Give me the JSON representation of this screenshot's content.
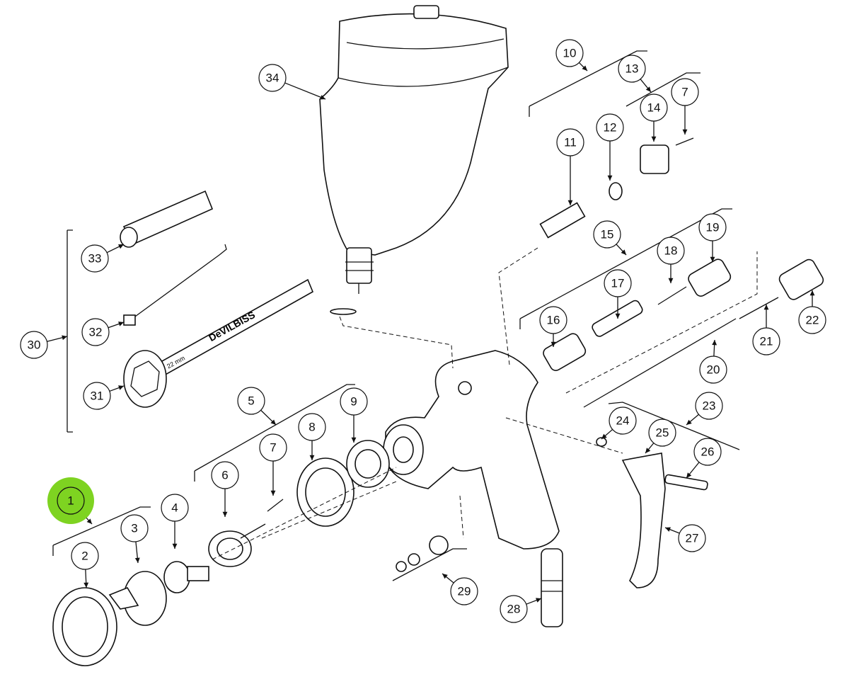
{
  "diagram": {
    "highlight_color": "#7ed321",
    "highlighted_callout": "1",
    "callouts": [
      "1",
      "2",
      "3",
      "4",
      "5",
      "6",
      "7",
      "8",
      "9",
      "10",
      "11",
      "12",
      "13",
      "14",
      "7",
      "15",
      "16",
      "17",
      "18",
      "19",
      "20",
      "21",
      "22",
      "23",
      "24",
      "25",
      "26",
      "27",
      "28",
      "29",
      "30",
      "31",
      "32",
      "33",
      "34"
    ],
    "wrench_brand": "DeVILBISS",
    "wrench_size": "22 mm"
  }
}
